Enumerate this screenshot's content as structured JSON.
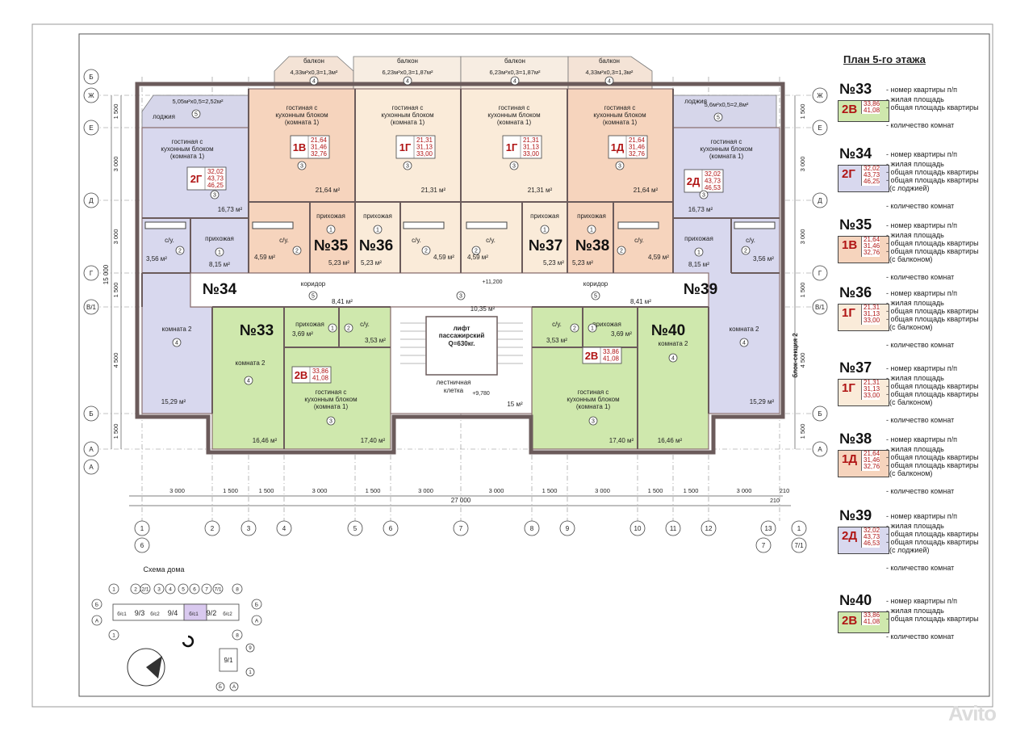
{
  "title": "План 5-го этажа",
  "colors": {
    "lime": "#cfe8ad",
    "orange": "#f6d4bd",
    "peach": "#faebd9",
    "lavender": "#d8d8ee",
    "red": "#b01414"
  },
  "legend": [
    {
      "num": "№33",
      "type": "2В",
      "values": [
        "33,86",
        "41,08"
      ],
      "lines": [
        "- номер квартиры п/п",
        "- жилая площадь",
        "- общая площадь квартиры",
        "- количество комнат"
      ],
      "color": "lime"
    },
    {
      "num": "№34",
      "type": "2Г",
      "values": [
        "32,02",
        "43,73",
        "46,25"
      ],
      "lines": [
        "- номер квартиры п/п",
        "- жилая площадь",
        "- общая площадь квартиры",
        "- общая площадь квартиры",
        "(с лоджией)",
        "- количество комнат"
      ],
      "color": "lavender"
    },
    {
      "num": "№35",
      "type": "1В",
      "values": [
        "21,64",
        "31,46",
        "32,76"
      ],
      "lines": [
        "- номер квартиры п/п",
        "- жилая площадь",
        "- общая площадь квартиры",
        "- общая площадь квартиры",
        "(с балконом)",
        "- количество комнат"
      ],
      "color": "orange"
    },
    {
      "num": "№36",
      "type": "1Г",
      "values": [
        "21,31",
        "31,13",
        "33,00"
      ],
      "lines": [
        "- номер квартиры п/п",
        "- жилая площадь",
        "- общая площадь квартиры",
        "- общая площадь квартиры",
        "(с балконом)",
        "- количество комнат"
      ],
      "color": "peach"
    },
    {
      "num": "№37",
      "type": "1Г",
      "values": [
        "21,31",
        "31,13",
        "33,00"
      ],
      "lines": [
        "- номер квартиры п/п",
        "- жилая площадь",
        "- общая площадь квартиры",
        "- общая площадь квартиры",
        "(с балконом)",
        "- количество комнат"
      ],
      "color": "peach"
    },
    {
      "num": "№38",
      "type": "1Д",
      "values": [
        "21,64",
        "31,46",
        "32,76"
      ],
      "lines": [
        "- номер квартиры п/п",
        "- жилая площадь",
        "- общая площадь квартиры",
        "- общая площадь квартиры",
        "(с балконом)",
        "- количество комнат"
      ],
      "color": "orange"
    },
    {
      "num": "№39",
      "type": "2Д",
      "values": [
        "32,02",
        "43,73",
        "46,53"
      ],
      "lines": [
        "- номер квартиры п/п",
        "- жилая площадь",
        "- общая площадь квартиры",
        "- общая площадь квартиры",
        "(с лоджией)",
        "- количество комнат"
      ],
      "color": "lavender"
    },
    {
      "num": "№40",
      "type": "2В",
      "values": [
        "33,86",
        "41,08"
      ],
      "lines": [
        "- номер квартиры п/п",
        "- жилая площадь",
        "- общая площадь квартиры",
        "- количество комнат"
      ],
      "color": "lime"
    }
  ],
  "plan": {
    "apartments": [
      "№33",
      "№34",
      "№35",
      "№36",
      "№37",
      "№38",
      "№39",
      "№40"
    ],
    "balcony": "балкон",
    "loggia": "лоджия",
    "balcony_dims": [
      "4,33м²х0,3=1,3м²",
      "6,23м²х0,3=1,87м²",
      "6,23м²х0,3=1,87м²",
      "4,33м²х0,3=1,3м²"
    ],
    "loggia_dims": [
      "5,05м²х0,5=2,52м²",
      "5,6м²х0,5=2,8м²"
    ],
    "living": "гостиная с кухонным блоком (комната 1)",
    "room2": "комната 2",
    "hall": "прихожая",
    "wc": "с/у.",
    "corridor": "коридор",
    "lift": "лифт пассажирский Q=630кг.",
    "stairs": "лестничная клетка",
    "section": "блок-секция 2",
    "levels": [
      "+11,200",
      "+9,780"
    ],
    "areas": {
      "a35": "21,64 м²",
      "a36": "21,31 м²",
      "a37": "21,31 м²",
      "a38": "21,64 м²",
      "a34": "16,73 м²",
      "a39": "16,73 м²",
      "wc34": "3,56 м²",
      "h34": "8,15 м²",
      "wc39": "3,56 м²",
      "h39": "8,15 м²",
      "wc35": "4,59 м²",
      "h35": "5,23 м²",
      "h36": "5,23 м²",
      "wc36": "4,59 м²",
      "wc37": "4,59 м²",
      "h37": "5,23 м²",
      "h38": "5,23 м²",
      "wc38": "4,59 м²",
      "corL": "8,41 м²",
      "corR": "8,41 м²",
      "corC": "10,35 м²",
      "r34": "15,29 м²",
      "r39": "15,29 м²",
      "h33": "3,69 м²",
      "wc33": "3,53 м²",
      "wc40": "3,53 м²",
      "h40": "3,69 м²",
      "r33": "16,46 м²",
      "l33": "17,40 м²",
      "l40": "17,40 м²",
      "r40": "16,46 м²",
      "st": "15 м²"
    },
    "tags": {
      "t35": {
        "t": "1В",
        "v": [
          "21,64",
          "31,46",
          "32,76"
        ]
      },
      "t36": {
        "t": "1Г",
        "v": [
          "21,31",
          "31,13",
          "33,00"
        ]
      },
      "t37": {
        "t": "1Г",
        "v": [
          "21,31",
          "31,13",
          "33,00"
        ]
      },
      "t38": {
        "t": "1Д",
        "v": [
          "21,64",
          "31,46",
          "32,76"
        ]
      },
      "t34": {
        "t": "2Г",
        "v": [
          "32,02",
          "43,73",
          "46,25"
        ]
      },
      "t39": {
        "t": "2Д",
        "v": [
          "32,02",
          "43,73",
          "46,53"
        ]
      },
      "t33": {
        "t": "2В",
        "v": [
          "33,86",
          "41,08"
        ]
      },
      "t40": {
        "t": "2В",
        "v": [
          "33,86",
          "41,08"
        ]
      }
    },
    "dims_bottom": [
      "3 000",
      "1 500",
      "1 500",
      "3 000",
      "1 500",
      "3 000",
      "3 000",
      "1 500",
      "3 000",
      "1 500",
      "1 500",
      "3 000",
      "210"
    ],
    "dim_total": "27 000",
    "dim_total_tail": "210",
    "dims_left": [
      "1 500",
      "3 000",
      "3 000",
      "1 500",
      "4 500",
      "1 500"
    ],
    "dim_left_total": "15 000",
    "axes_bottom": [
      "1",
      "2",
      "3",
      "4",
      "5",
      "6",
      "7",
      "8",
      "9",
      "10",
      "11",
      "12",
      "13",
      "1"
    ],
    "axes_bottom2": [
      "6",
      "7",
      "7/1"
    ],
    "axes_left": [
      "Б",
      "Ж",
      "Е",
      "Д",
      "Г",
      "В/1",
      "Б",
      "А",
      "А"
    ],
    "axes_right": [
      "Ж",
      "Е",
      "Д",
      "Г",
      "В/1",
      "Б",
      "А"
    ]
  },
  "scheme": {
    "title": "Схема дома",
    "top_axes": [
      "1",
      "2",
      "2/1",
      "3",
      "4",
      "5",
      "6",
      "7",
      "7/1",
      "8"
    ],
    "row_axes": [
      "Б",
      "А"
    ],
    "cells": [
      "б/с1",
      "9/3",
      "б/с2",
      "9/4",
      "б/с1",
      "9/2",
      "б/с2"
    ],
    "wing": "9/1",
    "wing_axes": [
      "9",
      "1",
      "Б",
      "А"
    ]
  },
  "watermark": "Avito"
}
